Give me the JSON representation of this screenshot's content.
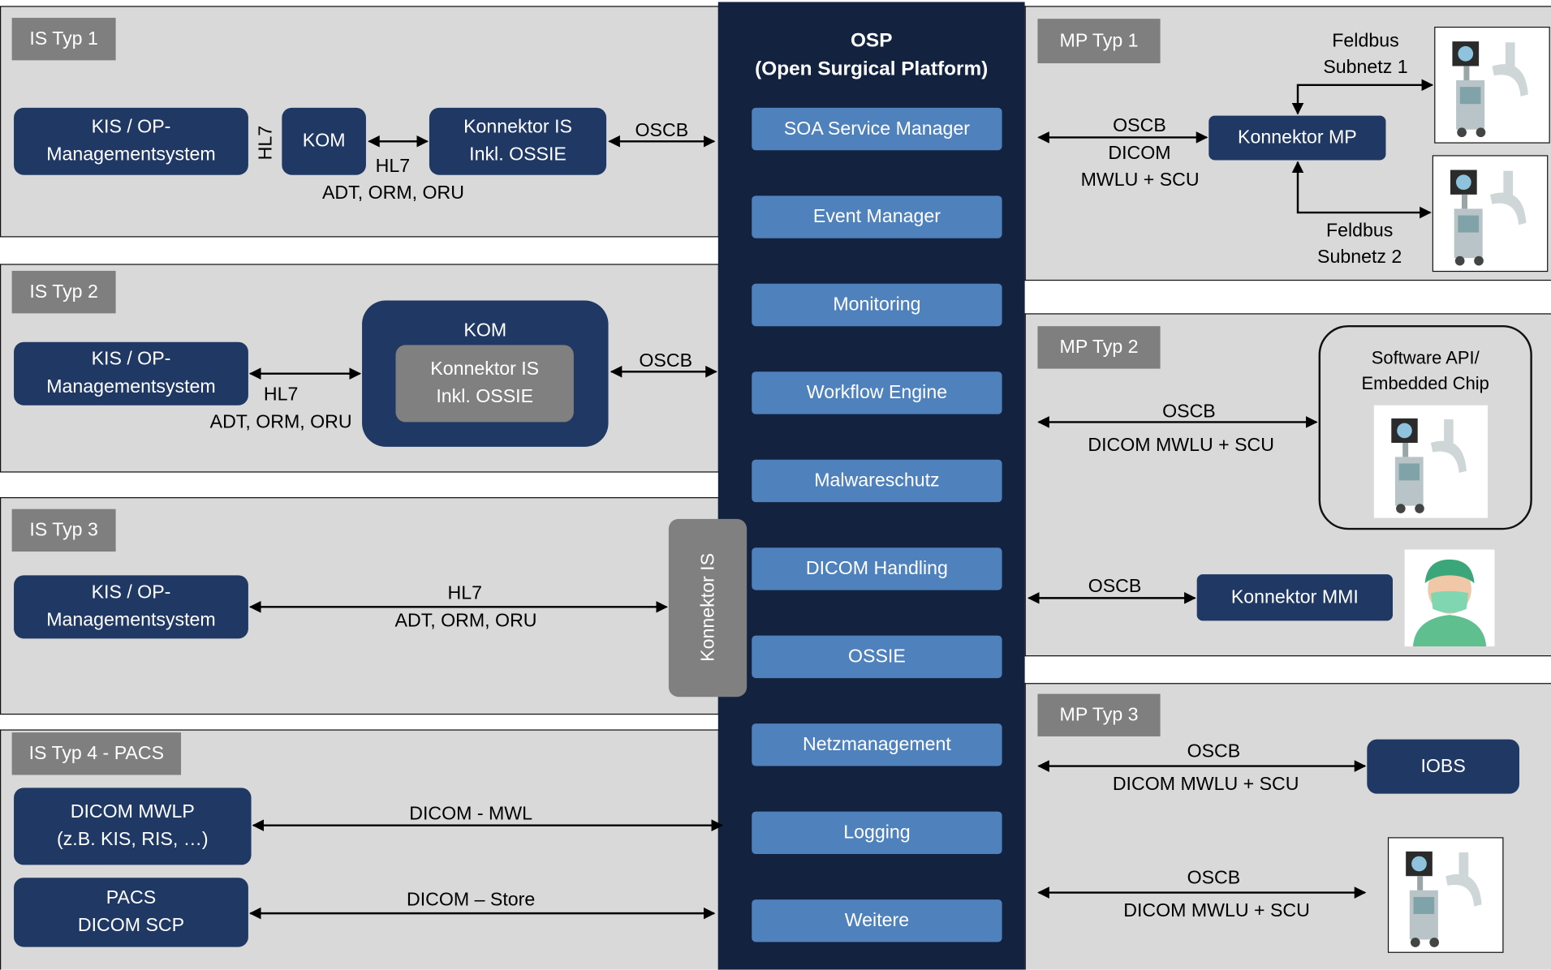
{
  "is_typ1": {
    "tag": "IS Typ 1",
    "kis": "KIS / OP-\nManagementsystem",
    "hl7_vertical": "HL7",
    "kom": "KOM",
    "konnektor": "Konnektor IS\nInkl.  OSSIE",
    "hl7": "HL7",
    "msgs": "ADT, ORM, ORU",
    "oscb": "OSCB"
  },
  "is_typ2": {
    "tag": "IS Typ 2",
    "kis": "KIS / OP-\nManagementsystem",
    "kom": "KOM",
    "konnektor": "Konnektor IS\nInkl.  OSSIE",
    "hl7": "HL7",
    "msgs": "ADT, ORM, ORU",
    "oscb": "OSCB"
  },
  "is_typ3": {
    "tag": "IS Typ 3",
    "kis": "KIS / OP-\nManagementsystem",
    "hl7": "HL7",
    "msgs": "ADT, ORM, ORU",
    "konnektor_vertical": "Konnektor IS"
  },
  "is_typ4": {
    "tag": "IS Typ 4 - PACS",
    "mwlp": "DICOM MWLP\n(z.B. KIS, RIS, …)",
    "pacs": "PACS\nDICOM SCP",
    "mwl": "DICOM - MWL",
    "store": "DICOM – Store"
  },
  "osp": {
    "title": "OSP\n(Open Surgical Platform)",
    "services": [
      "SOA Service Manager",
      "Event Manager",
      "Monitoring",
      "Workflow Engine",
      "Malwareschutz",
      "DICOM Handling",
      "OSSIE",
      "Netzmanagement",
      "Logging",
      "Weitere"
    ]
  },
  "mp_typ1": {
    "tag": "MP Typ 1",
    "konnektor": "Konnektor MP",
    "oscb": "OSCB",
    "dicom": "DICOM",
    "mwlu": "MWLU + SCU",
    "feldbus1": "Feldbus\nSubnetz 1",
    "feldbus2": "Feldbus\nSubnetz 2"
  },
  "mp_typ2": {
    "tag": "MP Typ 2",
    "api": "Software API/\nEmbedded Chip",
    "oscb": "OSCB",
    "dicom": "DICOM MWLU + SCU",
    "oscb2": "OSCB",
    "konnektor_mmi": "Konnektor MMI"
  },
  "mp_typ3": {
    "tag": "MP Typ 3",
    "iobs": "IOBS",
    "oscb": "OSCB",
    "dicom": "DICOM MWLU + SCU",
    "oscb2": "OSCB",
    "dicom2": "DICOM MWLU + SCU"
  },
  "colors": {
    "navy_box": "#1f3864",
    "osp_column": "#12223f",
    "service": "#4f81bd",
    "tag_gray": "#7f7f7f",
    "panel_gray": "#d9d9d9"
  }
}
